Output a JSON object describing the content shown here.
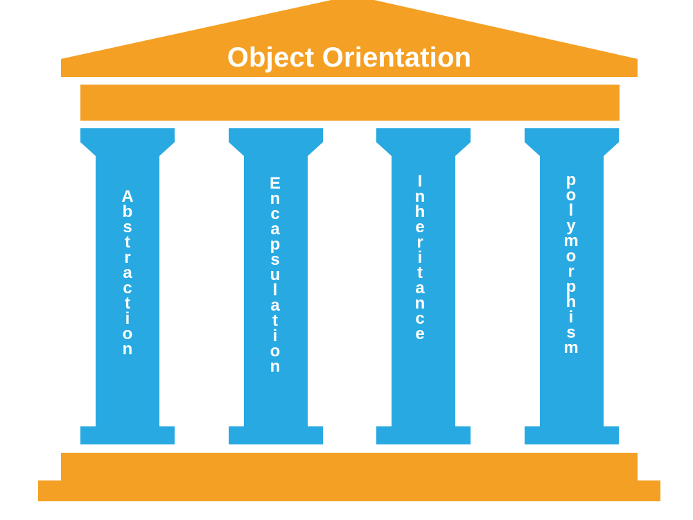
{
  "colors": {
    "roof": "#f4a024",
    "pillar": "#28a9e1",
    "text": "#ffffff",
    "background": "#ffffff"
  },
  "diagram": {
    "title": "Object Orientation",
    "pillars": [
      {
        "label": "Abstraction"
      },
      {
        "label": "Encapsulation"
      },
      {
        "label": "Inheritance"
      },
      {
        "label": "polymorphism"
      }
    ]
  }
}
